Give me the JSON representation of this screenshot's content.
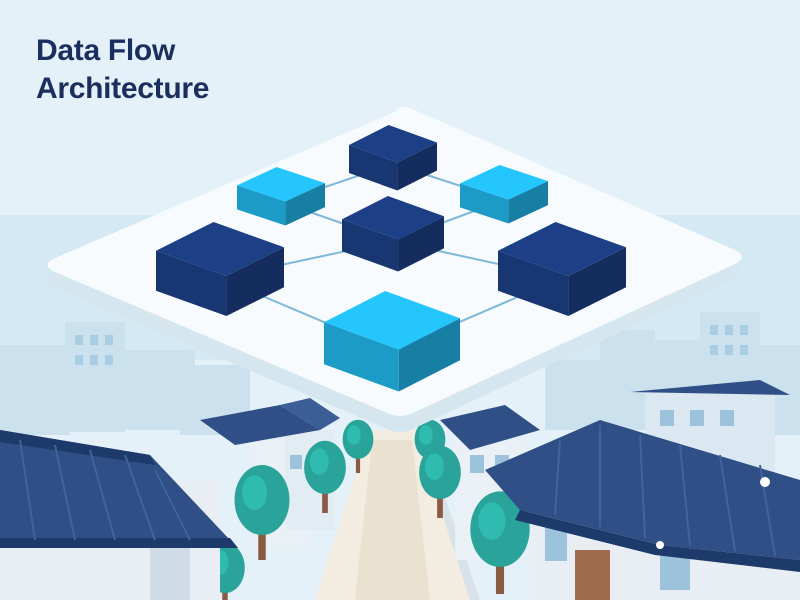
{
  "title": {
    "line1": "Data Flow",
    "line2": "Architecture"
  },
  "colors": {
    "sky": "#e4f1f8",
    "title_text": "#1b2f5e",
    "platform": "#f7fbfd",
    "node_dark": "#1c3f86",
    "node_light": "#22b6ea",
    "connector": "#7fb7d9",
    "roof": "#2f4f86",
    "tree": "#2aa39a",
    "trunk": "#8a5a44"
  },
  "diagram": {
    "nodes": [
      {
        "id": "top-center",
        "style": "dark"
      },
      {
        "id": "upper-left",
        "style": "light"
      },
      {
        "id": "upper-right",
        "style": "light"
      },
      {
        "id": "center",
        "style": "dark"
      },
      {
        "id": "left",
        "style": "dark"
      },
      {
        "id": "right",
        "style": "dark"
      },
      {
        "id": "bottom",
        "style": "light"
      }
    ],
    "edges": [
      [
        "upper-left",
        "top-center"
      ],
      [
        "top-center",
        "upper-right"
      ],
      [
        "upper-left",
        "center"
      ],
      [
        "center",
        "upper-right"
      ],
      [
        "left",
        "center"
      ],
      [
        "center",
        "right"
      ],
      [
        "left",
        "bottom"
      ],
      [
        "bottom",
        "right"
      ]
    ]
  },
  "background": {
    "scene": "isometric platform floating above a town street with traditional tiled roofs and trees"
  }
}
